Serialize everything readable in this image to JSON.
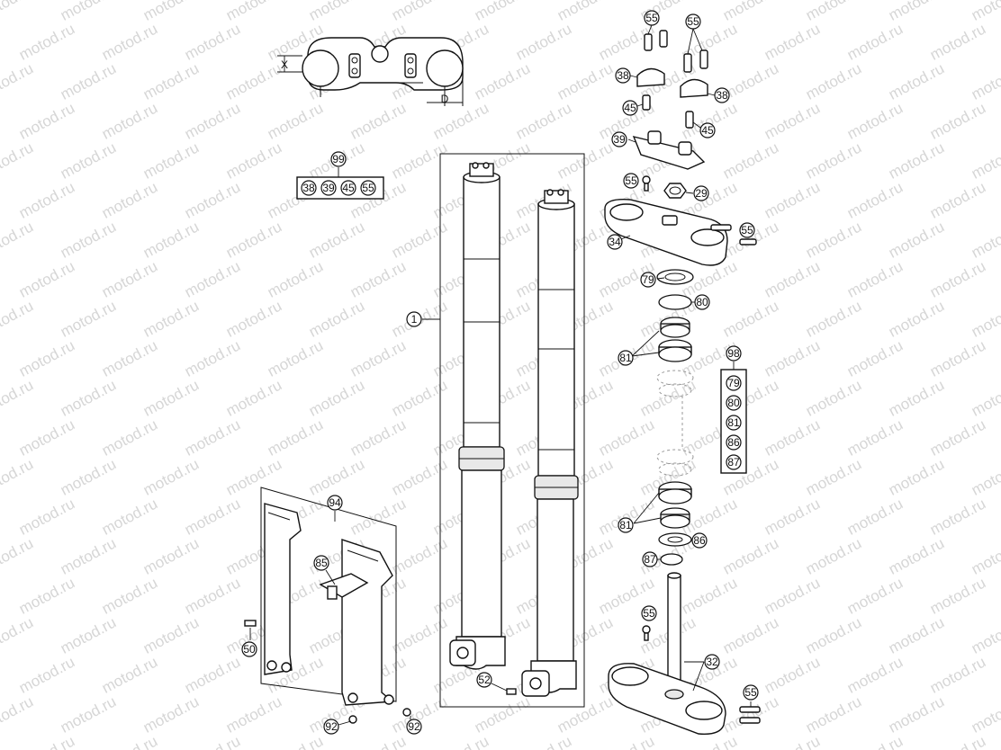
{
  "watermark_text": "motod.ru",
  "dimension_labels": {
    "x": "X",
    "d": "D"
  },
  "callouts": {
    "c55a": "55",
    "c55b": "55",
    "c38a": "38",
    "c38b": "38",
    "c45a": "45",
    "c45b": "45",
    "c39": "39",
    "c55c": "55",
    "c29": "29",
    "c55d": "55",
    "c34": "34",
    "c79": "79",
    "c80": "80",
    "c81a": "81",
    "c81b": "81",
    "c86": "86",
    "c87": "87",
    "c55e": "55",
    "c32": "32",
    "c55f": "55",
    "c1": "1",
    "c52": "52",
    "c94": "94",
    "c85": "85",
    "c50": "50",
    "c92a": "92",
    "c92b": "92",
    "c99": "99",
    "c98": "98"
  },
  "kit_99": {
    "items": [
      "38",
      "39",
      "45",
      "55"
    ]
  },
  "kit_98": {
    "items": [
      "79",
      "80",
      "81",
      "86",
      "87"
    ]
  }
}
